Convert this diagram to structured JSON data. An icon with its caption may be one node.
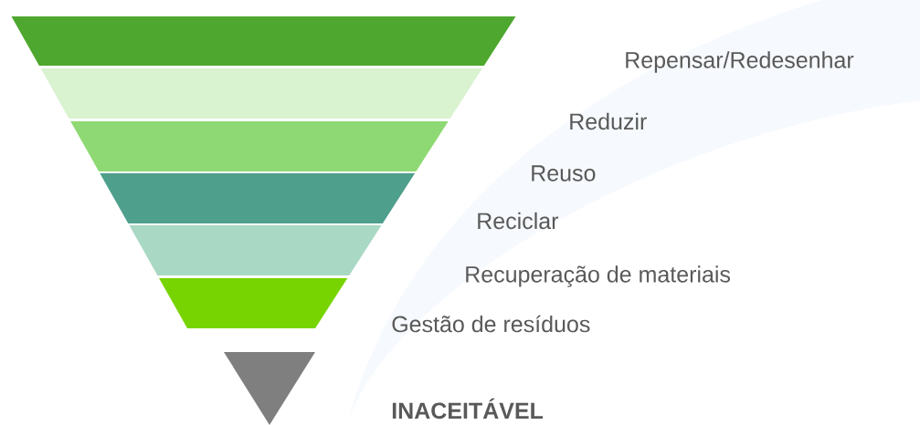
{
  "diagram": {
    "nodes": [
      {
        "text": [],
        "shape": "trapezoid"
      },
      {
        "text": [],
        "shape": "trapezoid"
      },
      {
        "text": [],
        "shape": "trapezoid"
      },
      {
        "text": [],
        "shape": "trapezoid"
      },
      {
        "text": [],
        "shape": "trapezoid"
      },
      {
        "text": [],
        "shape": "trapezoid"
      },
      {
        "text": [],
        "shape": "triangle"
      }
    ],
    "labels": [
      "Repensar/Redesenhar",
      "Reduzir",
      "Reuso",
      "Reciclar",
      "Recuperação de materiais",
      "Gestão de resíduos",
      "INACEITÁVEL"
    ]
  }
}
